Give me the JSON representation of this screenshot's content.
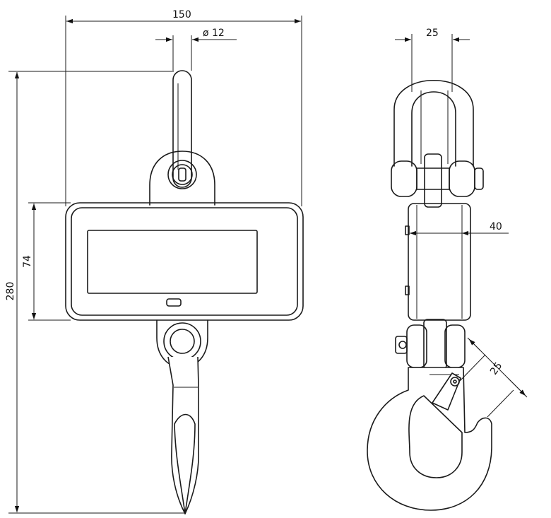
{
  "dimensions": {
    "width": "150",
    "shackle_pin": "ø 12",
    "total_height": "280",
    "body_height": "74",
    "shackle_width": "25",
    "body_depth": "40",
    "hook_opening": "25"
  },
  "colors": {
    "line": "#1a1a1a",
    "background": "#ffffff"
  }
}
